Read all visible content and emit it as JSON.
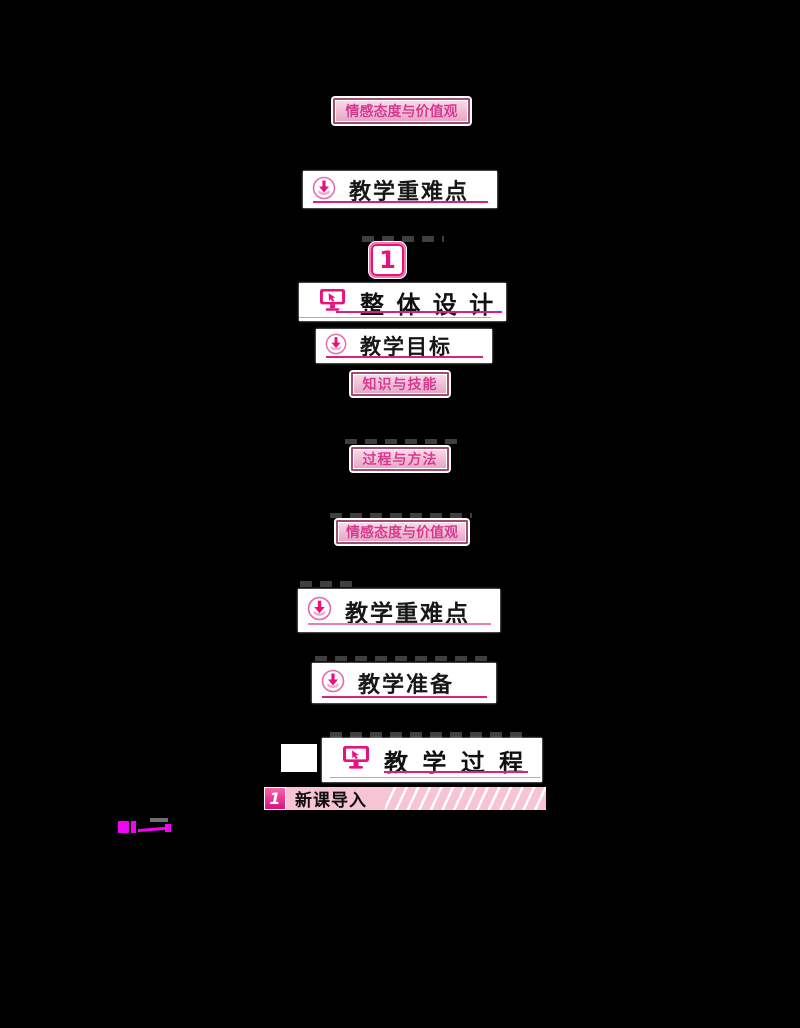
{
  "page": {
    "background": "#000000"
  },
  "colors": {
    "accent_magenta": "#e8127d",
    "underline": "#d4247f",
    "badge_border": "#a04e70",
    "badge_fill": "#f2c1d7",
    "bar_pink": "#f7c3d5",
    "annotation_magenta": "#f503f5"
  },
  "badges": {
    "values_top": "情感态度与价值观",
    "knowledge_skills": "知识与技能",
    "process_methods": "过程与方法",
    "values": "情感态度与价值观"
  },
  "headers": {
    "key_points_1": "教学重难点",
    "teaching_goals": "教学目标",
    "key_points_2": "教学重难点",
    "preparation": "教学准备"
  },
  "big_headers": {
    "overall_design": "整 体 设 计",
    "teaching_process": "教 学 过 程"
  },
  "number_badge": "1",
  "lesson_intro": {
    "number": "1",
    "label": "新课导入"
  }
}
